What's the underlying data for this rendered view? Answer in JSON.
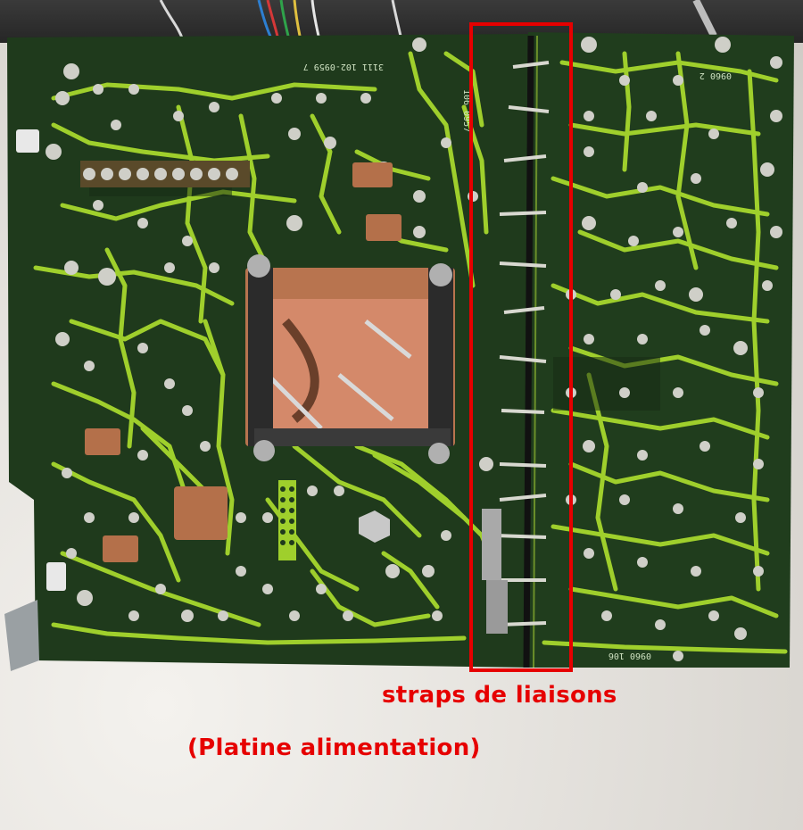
{
  "annotations": {
    "straps_label": "straps de liaisons",
    "platine_label": "(Platine alimentation)",
    "highlight_color": "#e60000"
  },
  "board_markings": {
    "left_code": "3111 102-0959 7",
    "middle_code": "106 0957",
    "right_code_top": "0960 2",
    "right_code_bottom": "0960 106"
  },
  "colors": {
    "board": "#1f3a1c",
    "trace": "#9fcf2c",
    "solder": "#cfcfc8",
    "copper": "#c07a52"
  }
}
